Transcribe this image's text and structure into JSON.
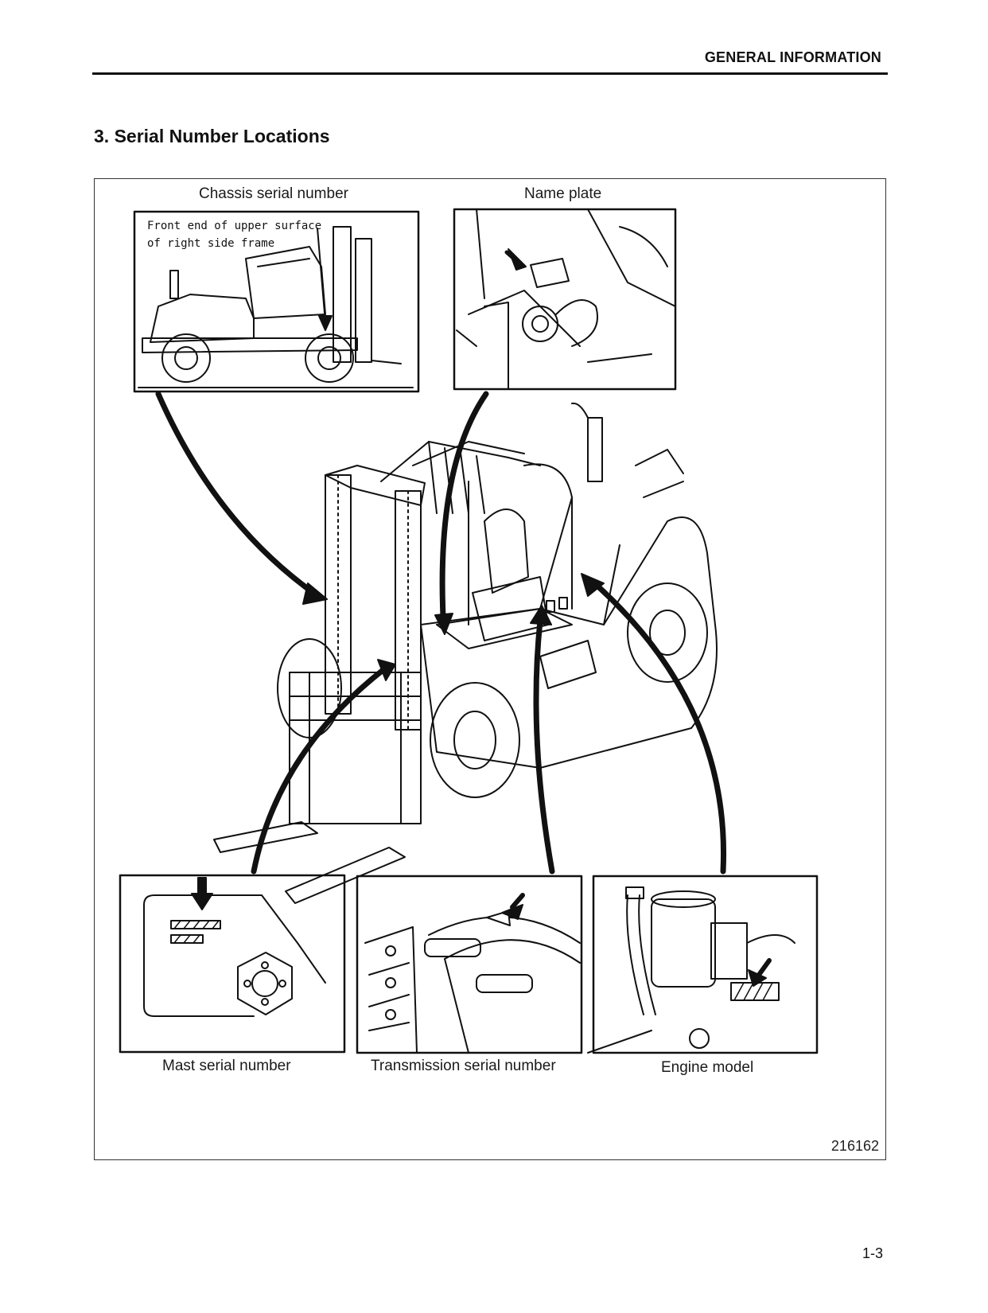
{
  "header": {
    "section_label": "GENERAL INFORMATION"
  },
  "section": {
    "title": "3. Serial Number Locations"
  },
  "figure": {
    "captions": {
      "chassis": "Chassis serial number",
      "name_plate": "Name plate",
      "mast": "Mast serial number",
      "transmission": "Transmission serial number",
      "engine": "Engine model"
    },
    "chassis_note_line1": "Front end of upper surface",
    "chassis_note_line2": "of right side frame",
    "figure_number": "216162"
  },
  "footer": {
    "page_number": "1-3"
  }
}
